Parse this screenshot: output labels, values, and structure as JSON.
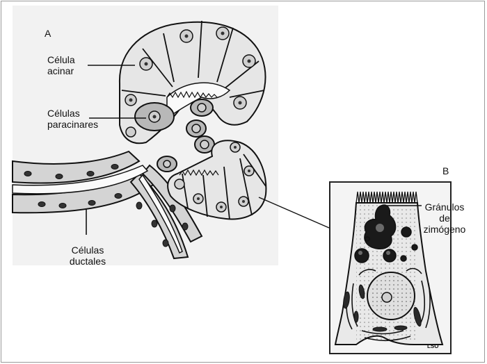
{
  "panels": {
    "a": {
      "letter": "A",
      "labels": {
        "acinar_cell": "Célula\nacinar",
        "paracinar_cells": "Células\nparacinares",
        "ductal_cells": "Células\nductales"
      }
    },
    "b": {
      "letter": "B",
      "labels": {
        "zymogen_granules": "Gránulos\nde\nzimógeno"
      },
      "signature": "LSO"
    }
  },
  "colors": {
    "ink": "#111111",
    "cell_fill": "#e6e6e6",
    "paracinar_fill": "#b8b8b8",
    "lumen_fill": "#ffffff",
    "granule_fill": "#1a1a1a"
  }
}
